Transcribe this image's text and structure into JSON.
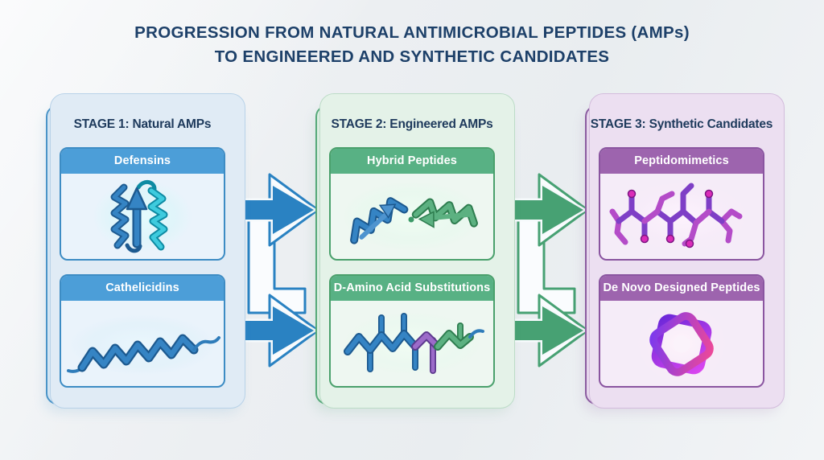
{
  "title": {
    "line1": "PROGRESSION FROM NATURAL ANTIMICROBIAL PEPTIDES (AMPs)",
    "line2": "TO ENGINEERED AND SYNTHETIC CANDIDATES"
  },
  "stages": [
    {
      "label": "STAGE 1: Natural AMPs",
      "theme": "blue",
      "cards": [
        {
          "title": "Defensins",
          "icon": "defensin-beta-sheet-protein"
        },
        {
          "title": "Cathelicidins",
          "icon": "alpha-helix-peptide"
        }
      ]
    },
    {
      "label": "STAGE 2: Engineered AMPs",
      "theme": "green",
      "cards": [
        {
          "title": "Hybrid Peptides",
          "icon": "fused-blue-green-helices"
        },
        {
          "title": "D-Amino Acid Substitutions",
          "icon": "multicolor-substituted-helix"
        }
      ]
    },
    {
      "label": "STAGE 3: Synthetic Candidates",
      "theme": "purple",
      "cards": [
        {
          "title": "Peptidomimetics",
          "icon": "stick-molecule-structure"
        },
        {
          "title": "De Novo Designed Peptides",
          "icon": "interlocked-knot-structure"
        }
      ]
    }
  ],
  "arrows": [
    {
      "from": "STAGE 1: Natural AMPs",
      "to": "STAGE 2: Engineered AMPs",
      "color": "#2a82c2"
    },
    {
      "from": "STAGE 2: Engineered AMPs",
      "to": "STAGE 3: Synthetic Candidates",
      "color": "#47a173"
    }
  ],
  "colors": {
    "title_text": "#1d4069",
    "stage_label_text": "#1e3a5c",
    "stage1_panel": "#d3e5f3",
    "stage1_border": "#4a94c8",
    "stage1_header": "#4c9ed8",
    "stage2_panel": "#daede0",
    "stage2_border": "#56a979",
    "stage2_header": "#58b184",
    "stage3_panel": "#e6d6ec",
    "stage3_border": "#8b5ca0",
    "stage3_header": "#9d64ae",
    "blue_arrow": "#2a82c2",
    "green_arrow": "#47a173",
    "background": "#eceff2"
  }
}
